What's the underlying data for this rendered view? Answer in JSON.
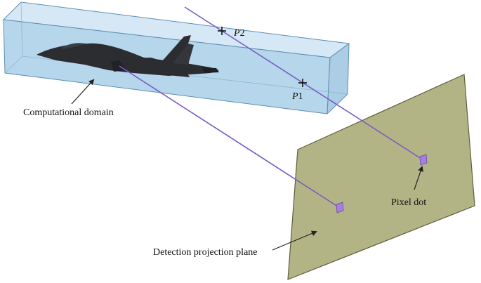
{
  "labels": {
    "computational_domain": "Computational domain",
    "detection_plane": "Detection projection plane",
    "pixel_dot": "Pixel dot",
    "p1_letter": "P",
    "p1_index": "1",
    "p2_letter": "P",
    "p2_index": "2"
  },
  "colors": {
    "domain_fill": "#a9cfe8",
    "domain_edge": "#5f8fb3",
    "plane_fill": "#b3b486",
    "plane_edge": "#5e5e3a",
    "ray": "#7a5bc4",
    "pixel": "#a67ee0",
    "aircraft": "#2b2d31",
    "arrow": "#222222"
  }
}
